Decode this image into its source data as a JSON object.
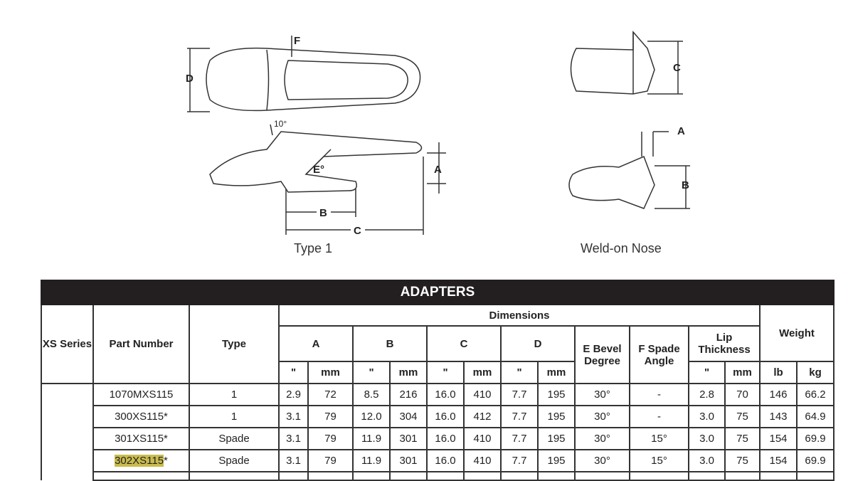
{
  "drawings": {
    "type1": {
      "caption": "Type 1",
      "labels": {
        "A": "A",
        "B": "B",
        "C": "C",
        "D": "D",
        "E": "E°",
        "F": "F",
        "angle": "10°"
      }
    },
    "weld_on_nose": {
      "caption": "Weld-on Nose",
      "labels": {
        "A": "A",
        "B": "B",
        "C": "C"
      }
    }
  },
  "table": {
    "title": "ADAPTERS",
    "headers": {
      "series": "XS Series",
      "part": "Part Number",
      "type": "Type",
      "dimensions": "Dimensions",
      "A": "A",
      "B": "B",
      "C": "C",
      "D": "D",
      "E": "E Bevel Degree",
      "F": "F Spade Angle",
      "lip": "Lip Thickness",
      "weight": "Weight",
      "in": "\"",
      "mm": "mm",
      "lb": "lb",
      "kg": "kg"
    },
    "rows": [
      {
        "part": "1070MXS115",
        "suffix": "",
        "type": "1",
        "a_in": "2.9",
        "a_mm": "72",
        "b_in": "8.5",
        "b_mm": "216",
        "c_in": "16.0",
        "c_mm": "410",
        "d_in": "7.7",
        "d_mm": "195",
        "e": "30°",
        "f": "-",
        "lip_in": "2.8",
        "lip_mm": "70",
        "lb": "146",
        "kg": "66.2"
      },
      {
        "part": "300XS115",
        "suffix": "*",
        "type": "1",
        "a_in": "3.1",
        "a_mm": "79",
        "b_in": "12.0",
        "b_mm": "304",
        "c_in": "16.0",
        "c_mm": "412",
        "d_in": "7.7",
        "d_mm": "195",
        "e": "30°",
        "f": "-",
        "lip_in": "3.0",
        "lip_mm": "75",
        "lb": "143",
        "kg": "64.9"
      },
      {
        "part": "301XS115",
        "suffix": "*",
        "type": "Spade",
        "a_in": "3.1",
        "a_mm": "79",
        "b_in": "11.9",
        "b_mm": "301",
        "c_in": "16.0",
        "c_mm": "410",
        "d_in": "7.7",
        "d_mm": "195",
        "e": "30°",
        "f": "15°",
        "lip_in": "3.0",
        "lip_mm": "75",
        "lb": "154",
        "kg": "69.9"
      },
      {
        "part": "302XS115",
        "suffix": "*",
        "type": "Spade",
        "a_in": "3.1",
        "a_mm": "79",
        "b_in": "11.9",
        "b_mm": "301",
        "c_in": "16.0",
        "c_mm": "410",
        "d_in": "7.7",
        "d_mm": "195",
        "e": "30°",
        "f": "15°",
        "lip_in": "3.0",
        "lip_mm": "75",
        "lb": "154",
        "kg": "69.9",
        "highlight": true
      }
    ]
  }
}
